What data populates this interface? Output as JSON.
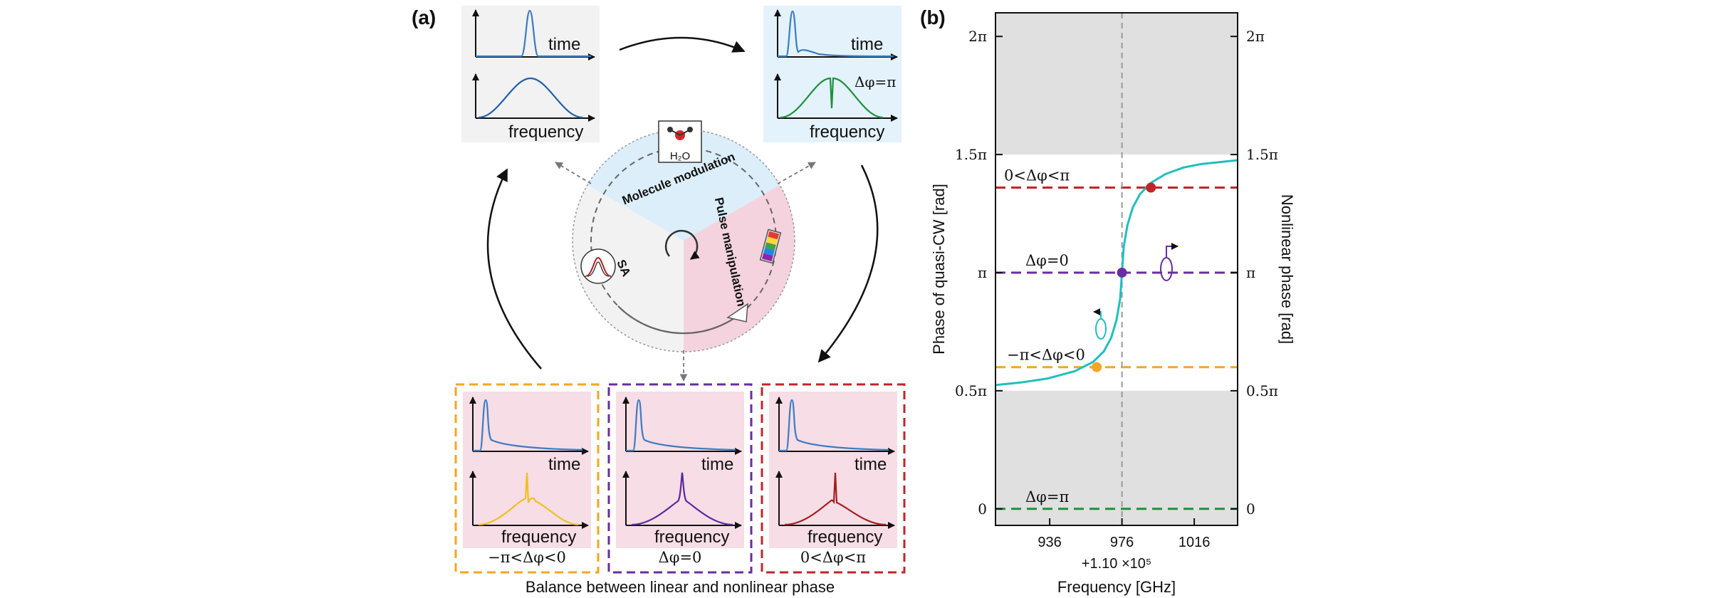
{
  "panel_a": {
    "label": "(a)",
    "cycle": {
      "molecule_modulation": "Molecule modulation",
      "pulse_manipulation": "Pulse manipulation",
      "sa": "SA",
      "h2o": "H₂O"
    },
    "top_left": {
      "time_label": "time",
      "freq_label": "frequency"
    },
    "top_right": {
      "time_label": "time",
      "freq_label": "frequency",
      "phase": "Δφ=π"
    },
    "bottom_boxes": [
      {
        "time_label": "time",
        "freq_label": "frequency",
        "caption": "−π<Δφ<0",
        "color": "#f5a623"
      },
      {
        "time_label": "time",
        "freq_label": "frequency",
        "caption": "Δφ=0",
        "color": "#6a2ca0"
      },
      {
        "time_label": "time",
        "freq_label": "frequency",
        "caption": "0<Δφ<π",
        "color": "#c0252a"
      }
    ],
    "bottom_caption": "Balance between linear and nonlinear phase",
    "colors": {
      "blue_bg": "#e3f2fb",
      "gray_bg": "#f2f2f2",
      "pink_bg": "#f7dde5",
      "pulse": "#3a7cc4",
      "green": "#1f8f3a"
    }
  },
  "panel_b": {
    "label": "(b)",
    "left_ylabel": "Phase of quasi-CW [rad]",
    "right_ylabel": "Nonlinear phase [rad]",
    "xlabel": "Frequency [GHz]",
    "x_offset_label": "+1.10 ×10⁵",
    "y_ticks": [
      "0",
      "0.5π",
      "π",
      "1.5π",
      "2π"
    ],
    "x_ticks": [
      "936",
      "976",
      "1016"
    ],
    "annotations": [
      {
        "text": "0<Δφ<π",
        "color": "#c0252a"
      },
      {
        "text": "Δφ=0",
        "color": "#6a2ca0"
      },
      {
        "text": "−π<Δφ<0",
        "color": "#f5a623"
      },
      {
        "text": "Δφ=π",
        "color": "#1f8f3a"
      }
    ]
  },
  "chart_data": {
    "type": "line",
    "title": "",
    "xlabel": "Frequency [GHz]",
    "ylabel": "Phase of quasi-CW [rad]",
    "y2label": "Nonlinear phase [rad]",
    "x_offset": "+1.10 ×10⁵",
    "xlim": [
      906,
      1040
    ],
    "ylim_pi": [
      -0.07,
      2.1
    ],
    "x_ticks": [
      936,
      976,
      1016
    ],
    "y_ticks_pi": [
      0,
      0.5,
      1,
      1.5,
      2
    ],
    "shaded_regions_pi": [
      [
        -0.07,
        0.5
      ],
      [
        1.5,
        2.1
      ]
    ],
    "vertical_line_x": 976,
    "series": [
      {
        "color": "#1fbfbf",
        "x": [
          906,
          920,
          935,
          950,
          960,
          966,
          970,
          973,
          975,
          976,
          977,
          979,
          982,
          986,
          992,
          1000,
          1010,
          1020,
          1030,
          1040
        ],
        "y_pi": [
          0.524,
          0.535,
          0.552,
          0.583,
          0.622,
          0.667,
          0.724,
          0.8,
          0.89,
          1.0,
          1.11,
          1.2,
          1.276,
          1.333,
          1.38,
          1.417,
          1.445,
          1.46,
          1.468,
          1.476
        ]
      }
    ],
    "horizontal_levels_pi": [
      {
        "y": 1.36,
        "color": "#c0252a",
        "label": "0<Δφ<π"
      },
      {
        "y": 1.0,
        "color": "#6a2ca0",
        "label": "Δφ=0"
      },
      {
        "y": 0.6,
        "color": "#f5a623",
        "label": "−π<Δφ<0"
      },
      {
        "y": 0,
        "color": "#1f8f3a",
        "label": "Δφ=π"
      }
    ],
    "markers": [
      {
        "x": 992,
        "y_pi": 1.36,
        "color": "#c0252a"
      },
      {
        "x": 976,
        "y_pi": 1.0,
        "color": "#6a2ca0"
      },
      {
        "x": 962,
        "y_pi": 0.6,
        "color": "#f5a623"
      }
    ]
  }
}
